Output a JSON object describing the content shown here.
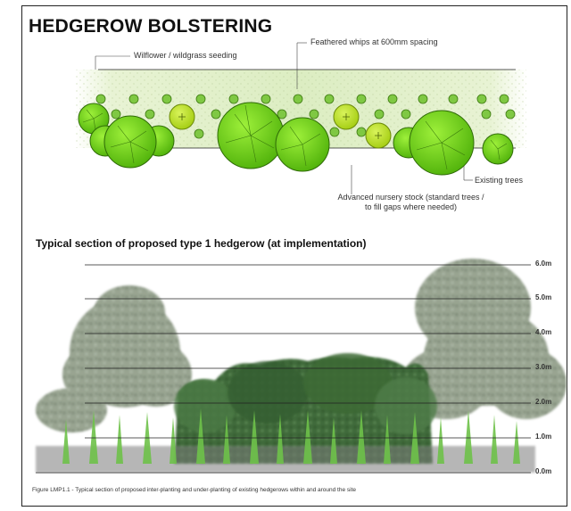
{
  "title": "HEDGEROW BOLSTERING",
  "plan": {
    "labels": {
      "wildflower": "Wilflower / wildgrass seeding",
      "whips": "Feathered whips at 600mm spacing",
      "existing": "Existing trees",
      "nursery": "Advanced nursery stock (standard trees / to fill gaps where needed)"
    }
  },
  "section": {
    "title": "Typical section of proposed type 1 hedgerow (at implementation)",
    "heights": [
      "6.0m",
      "5.0m",
      "4.0m",
      "3.0m",
      "2.0m",
      "1.0m",
      "0.0m"
    ]
  },
  "caption": "Figure LMP1.1 - Typical section of proposed inter-planting and under-planting of existing hedgerows within and around the site",
  "colors": {
    "existing_tree": "#6fd116",
    "nursery_tree": "#b8e01e",
    "whip": "#7fc843",
    "seeding_band": "#e3f0cc"
  }
}
